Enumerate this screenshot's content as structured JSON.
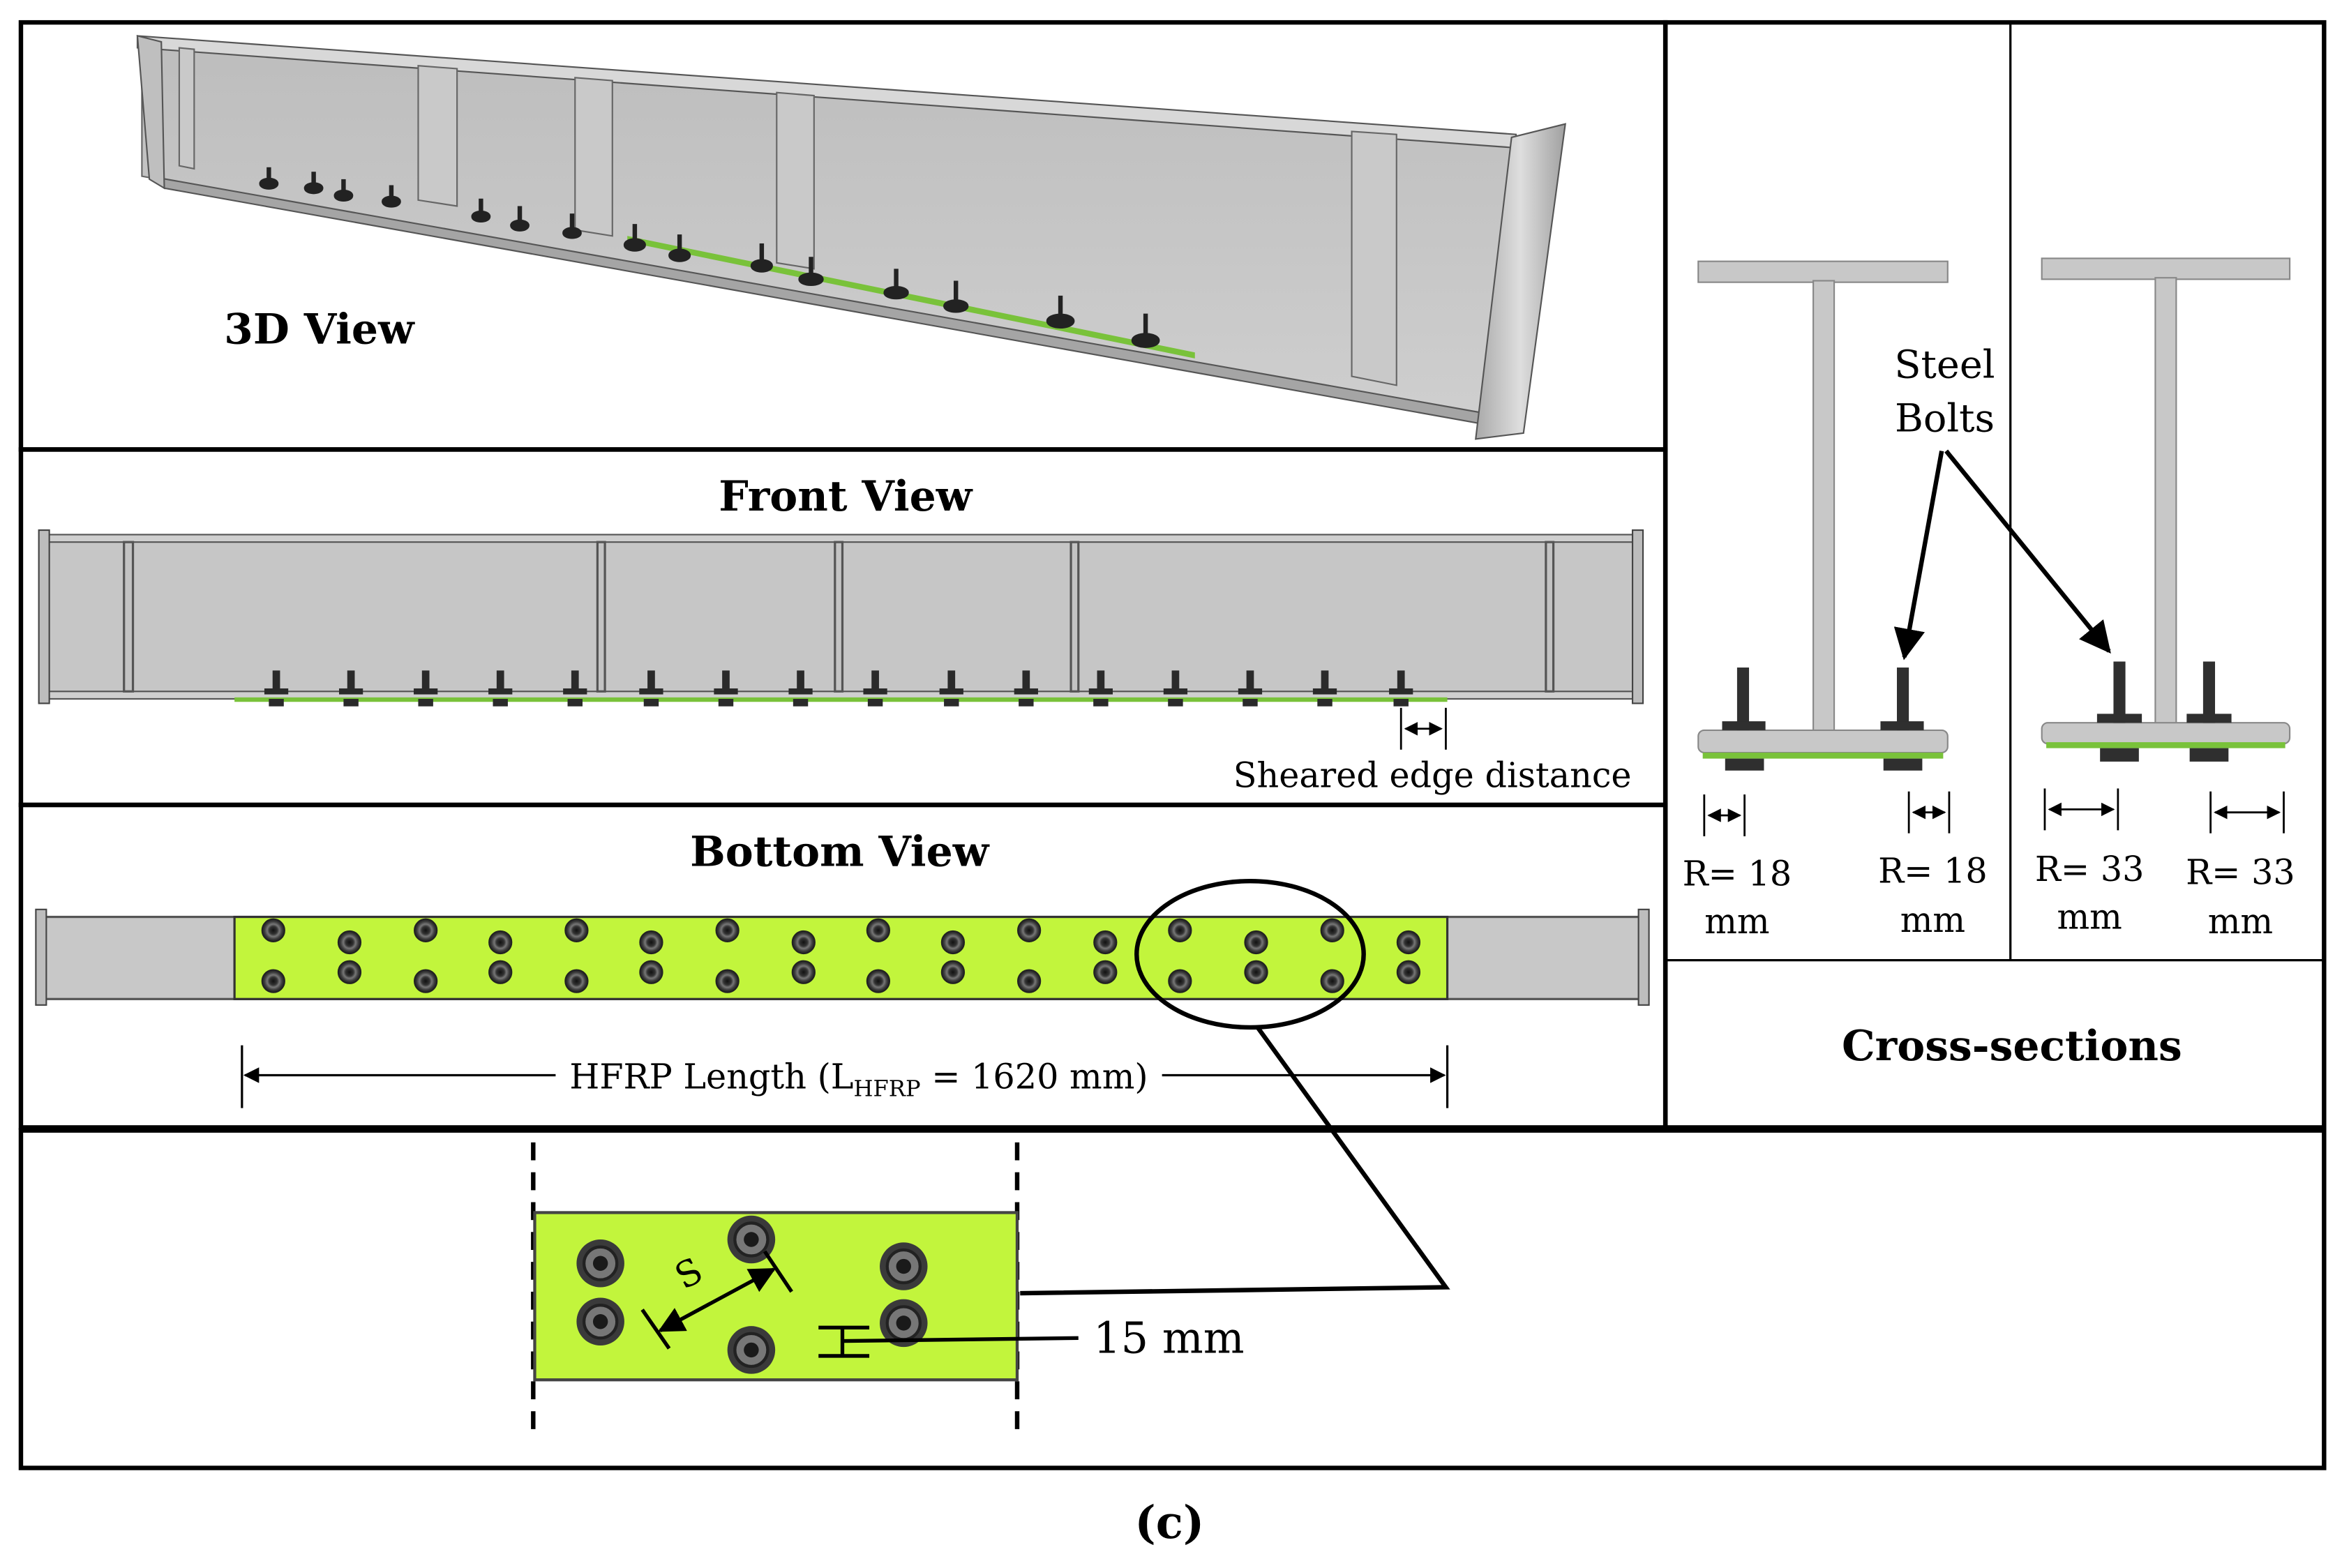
{
  "labels": {
    "view_3d": "3D View",
    "view_front": "Front View",
    "view_bottom": "Bottom View",
    "sheared_edge": "Sheared edge distance",
    "hfrp_length_prefix": "HFRP Length (L",
    "hfrp_length_sub": "HFRP",
    "hfrp_length_suffix": " = 1620 mm)",
    "steel": "Steel",
    "bolts": "Bolts",
    "r18_a": "R= 18",
    "mm_a": "mm",
    "r18_b": "R= 18",
    "mm_b": "mm",
    "r33_a": "R= 33",
    "mm_c": "mm",
    "r33_b": "R= 33",
    "mm_d": "mm",
    "cross_sections": "Cross-sections",
    "spacing": "S",
    "edge_15mm": "15 mm",
    "caption": "(c)"
  },
  "colors": {
    "hfrp_green": "#c2f53c",
    "steel_gray": "#c8c8c8",
    "steel_dark": "#8f8f8f",
    "bolt_dark": "#2f2f2f",
    "frame": "#000000"
  }
}
